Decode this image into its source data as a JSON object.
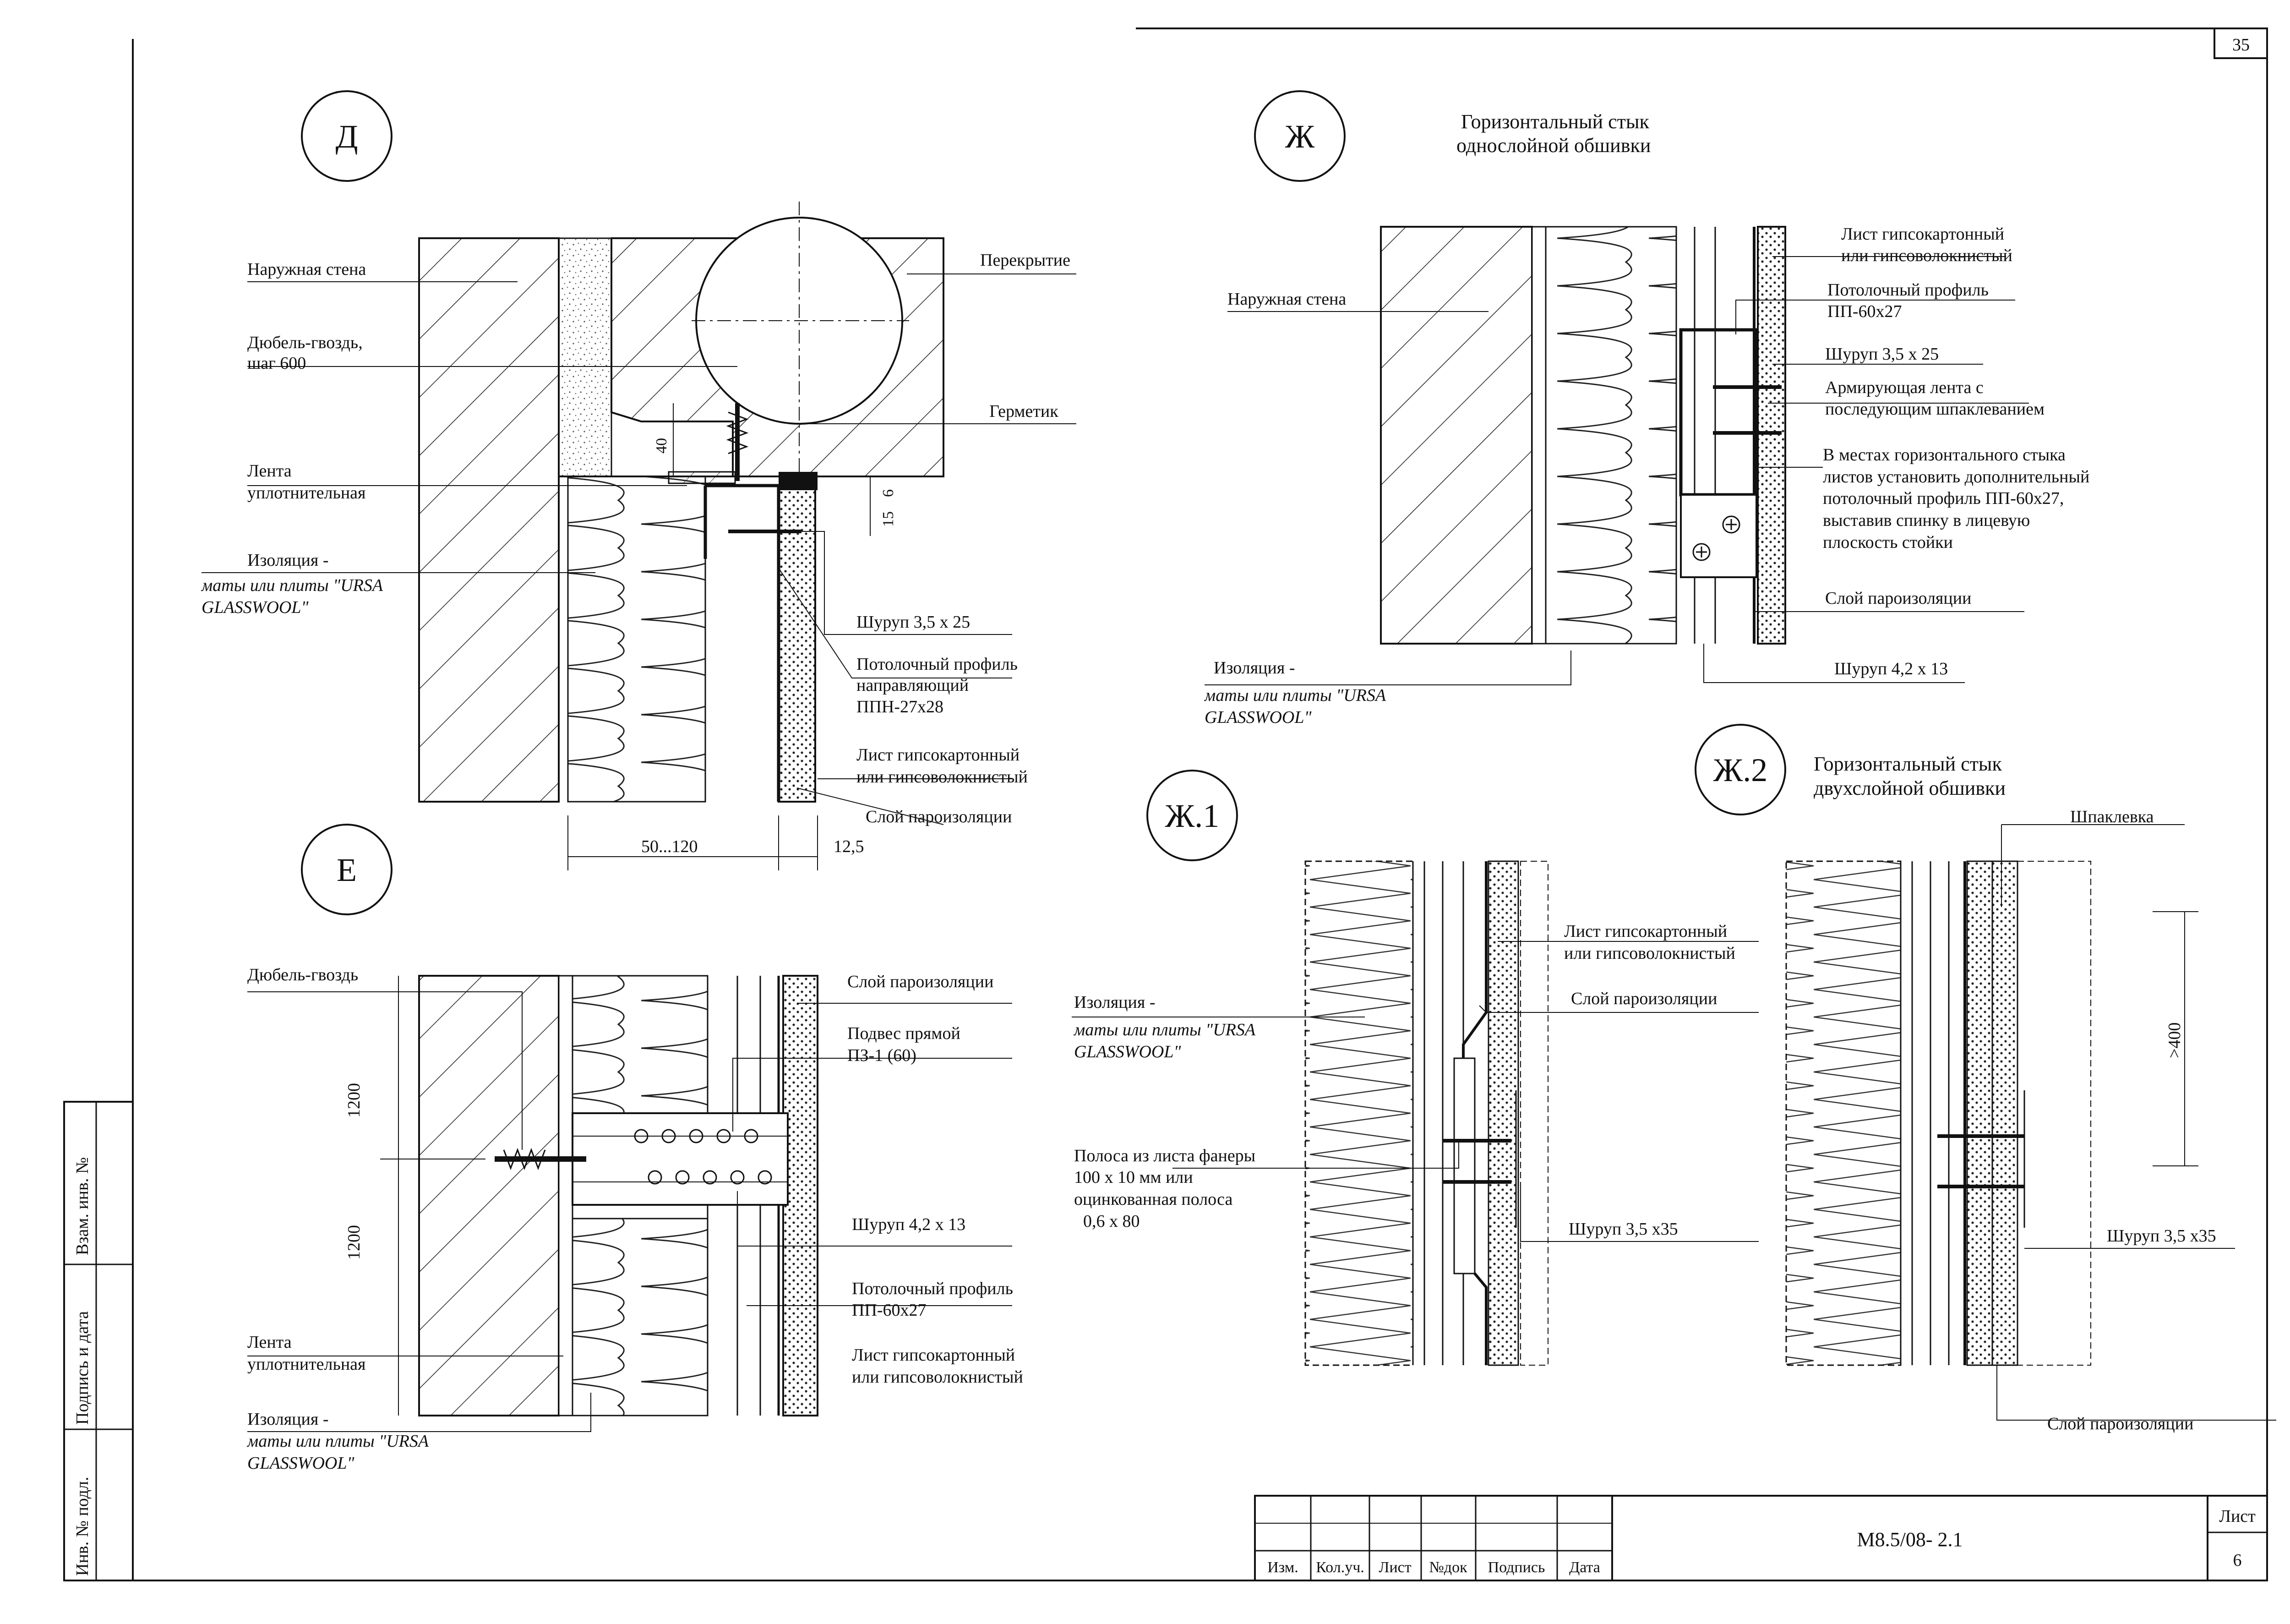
{
  "sheet": {
    "page_number": "35",
    "doc_code": "М8.5/08- 2.1",
    "sheet_label": "Лист",
    "sheet_no": "6"
  },
  "title_block": {
    "columns": [
      "Изм.",
      "Кол.уч.",
      "Лист",
      "№док",
      "Подпись",
      "Дата"
    ]
  },
  "side_stamp": {
    "fields": [
      "Взам. инв. №",
      "Подпись и дата",
      "Инв. № подл."
    ]
  },
  "detail_d": {
    "mark": "Д",
    "labels": {
      "outer_wall": "Наружная стена",
      "floor_slab": "Перекрытие",
      "dowel_l1": "Дюбель-гвоздь,",
      "dowel_l2": "шаг 600",
      "sealant": "Герметик",
      "tape_l1": "Лента",
      "tape_l2": "уплотнительная",
      "ins_l1": "Изоляция -",
      "ins_l2": "маты или плиты \"URSA",
      "ins_l3": "GLASSWOOL\"",
      "screw": "Шуруп 3,5 х 25",
      "prof_l1": "Потолочный профиль",
      "prof_l2": "направляющий",
      "prof_l3": "ППН-27х28",
      "sheet_l1": "Лист гипсокартонный",
      "sheet_l2": "или гипсоволокнистый",
      "vapour": "Слой пароизоляции"
    },
    "dims": {
      "d40": "40",
      "d15": "15",
      "d6": "6",
      "d50": "50...120",
      "d125": "12,5"
    }
  },
  "detail_e": {
    "mark": "Е",
    "labels": {
      "dowel": "Дюбель-гвоздь",
      "vapour": "Слой пароизоляции",
      "hanger_l1": "Подвес прямой",
      "hanger_l2": "ПЗ-1 (60)",
      "screw": "Шуруп 4,2 х 13",
      "prof_l1": "Потолочный профиль",
      "prof_l2": "ПП-60х27",
      "tape_l1": "Лента",
      "tape_l2": "уплотнительная",
      "sheet_l1": "Лист гипсокартонный",
      "sheet_l2": "или гипсоволокнистый",
      "ins_l1": "Изоляция -",
      "ins_l2": "маты или плиты \"URSA",
      "ins_l3": "GLASSWOOL\""
    },
    "dims": {
      "d1200a": "1200",
      "d1200b": "1200"
    }
  },
  "detail_zh": {
    "mark": "Ж",
    "title_l1": "Горизонтальный стык",
    "title_l2": "однослойной обшивки",
    "labels": {
      "outer_wall": "Наружная стена",
      "sheet_l1": "Лист гипсокартонный",
      "sheet_l2": "или гипсоволокнистый",
      "prof_l1": "Потолочный профиль",
      "prof_l2": "ПП-60х27",
      "screw": "Шуруп 3,5 х 25",
      "tape_l1": "Армирующая лента с",
      "tape_l2": "последующим шпаклеванием",
      "note_l1": "В местах горизонтального стыка",
      "note_l2": "листов установить дополнительный",
      "note_l3": "потолочный профиль ПП-60х27,",
      "note_l4": "выставив  спинку в лицевую",
      "note_l5": "плоскость стойки",
      "vapour": "Слой пароизоляции",
      "ins_l1": "Изоляция -",
      "ins_l2": "маты или плиты \"URSA",
      "ins_l3": "GLASSWOOL\"",
      "screw2": "Шуруп 4,2 х 13"
    }
  },
  "detail_zh1": {
    "mark": "Ж.1",
    "labels": {
      "sheet_l1": "Лист гипсокартонный",
      "sheet_l2": "или гипсоволокнистый",
      "ins_l1": "Изоляция -",
      "ins_l2": "маты или плиты \"URSA",
      "ins_l3": "GLASSWOOL\"",
      "vapour": "Слой пароизоляции",
      "strip_l1": "Полоса из листа фанеры",
      "strip_l2": "100  х 10 мм или",
      "strip_l3": "оцинкованная полоса",
      "strip_l4": "0,6 х 80",
      "screw": "Шуруп 3,5 х35"
    }
  },
  "detail_zh2": {
    "mark": "Ж.2",
    "title_l1": "Горизонтальный стык",
    "title_l2": "двухслойной обшивки",
    "labels": {
      "putty": "Шпаклевка",
      "dim": ">400",
      "screw": "Шуруп 3,5 х35",
      "vapour": "Слой пароизоляции"
    }
  }
}
